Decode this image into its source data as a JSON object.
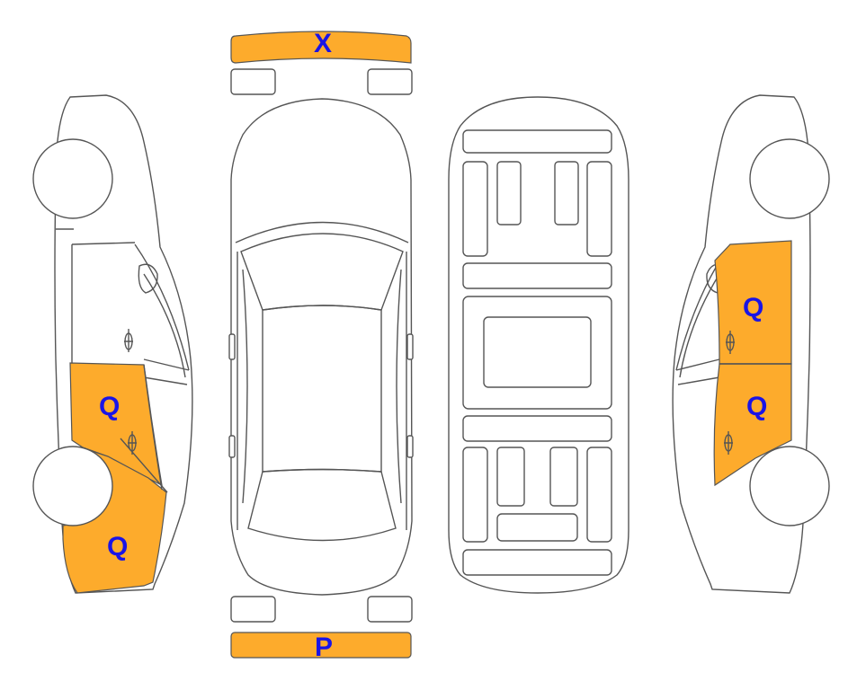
{
  "colors": {
    "damage_fill": "#FDAB2C",
    "label_text": "#1A14E6",
    "outline": "#555555",
    "background": "#FFFFFF"
  },
  "markers": {
    "front_bumper": "X",
    "rear_bumper": "P",
    "left_rear_door": "Q",
    "left_rear_quarter": "Q",
    "right_rear_door": "Q",
    "right_front_door": "Q"
  }
}
